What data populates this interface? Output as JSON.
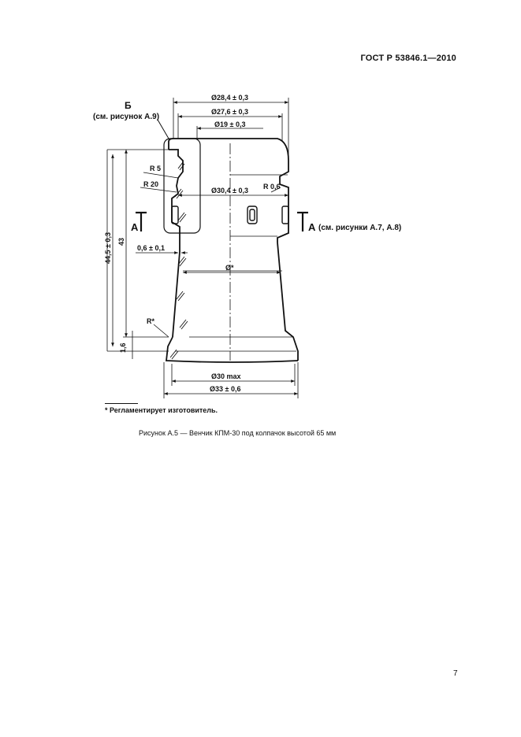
{
  "header": {
    "doc_id": "ГОСТ Р 53846.1—2010"
  },
  "drawing": {
    "view_b_letter": "Б",
    "view_b_ref": "(см. рисунок А.9)",
    "dims": {
      "d_top_outer": "Ø28,4 ± 0,3",
      "d_top_mid": "Ø27,6 ± 0,3",
      "d_top_inner": "Ø19 ± 0,3",
      "d_collar": "Ø30,4 ± 0,3",
      "r_small": "R 0,6",
      "r5": "R 5",
      "r20": "R 20",
      "thickness": "0,6 ± 0,1",
      "d_star": "Ø*",
      "r_star": "R*",
      "h_total": "44,5 ± 0,3",
      "h_inner": "43",
      "h_base": "1,6",
      "d_base_max": "Ø30 max",
      "d_base": "Ø33 ± 0,6"
    },
    "section_letter_left": "А",
    "section_letter_right": "А",
    "section_ref": "(см. рисунки А.7, А.8)"
  },
  "footnote": "* Регламентирует изготовитель.",
  "caption": "Рисунок А.5 — Венчик КПМ-30 под колпачок высотой 65 мм",
  "page_number": "7"
}
